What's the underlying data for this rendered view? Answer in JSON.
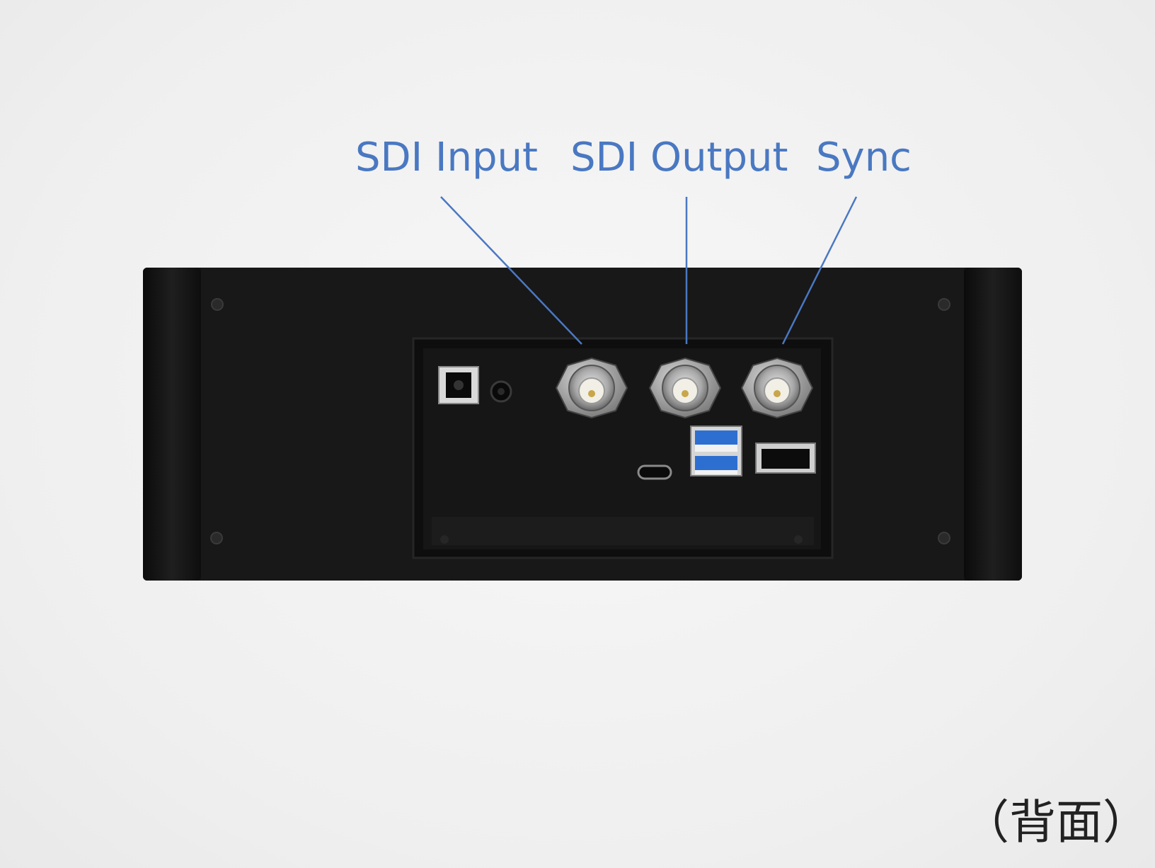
{
  "callouts": {
    "sdi_input": "SDI Input",
    "sdi_output": "SDI Output",
    "sync": "Sync"
  },
  "caption": "（背面）",
  "colors": {
    "callout": "#4a78c2",
    "device": "#141414",
    "background": "#f2f2f2"
  }
}
